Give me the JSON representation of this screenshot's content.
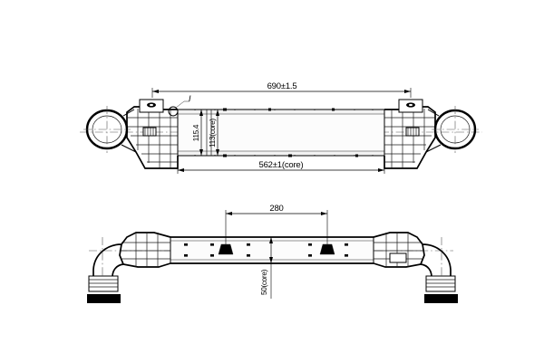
{
  "drawing": {
    "title": "Intercooler / Charge Air Cooler Technical Drawing",
    "background_color": "#ffffff",
    "line_color": "#000000",
    "views": [
      {
        "name": "front-elevation-view",
        "description": "Front elevation of intercooler showing core, side tanks and round inlet/outlet flanges"
      },
      {
        "name": "plan-top-view",
        "description": "Top plan view showing curved end necks with ribbed connectors and mounting tabs"
      }
    ],
    "dimensions": {
      "overall_length": "690±1.5",
      "core_length": "562±1(core)",
      "overall_height": "115.4",
      "core_height": "113(core)",
      "tab_spacing": "280",
      "core_depth": "50(core)"
    },
    "annotations": {
      "detail_marker": "I"
    }
  }
}
